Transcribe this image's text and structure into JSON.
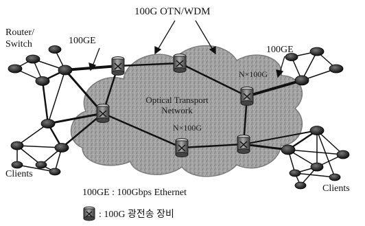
{
  "labels": {
    "top": "100G OTN/WDM",
    "router": [
      "Router/",
      "Switch"
    ],
    "ge_left": "100GE",
    "ge_right": "100GE",
    "clients_left": "Clients",
    "clients_right": "Clients",
    "cloud_line1": "Optical Transport",
    "cloud_line2": "Network",
    "n100g_center": "N×100G",
    "n100g_right": "N×100G"
  },
  "legend": {
    "ge_definition": "100GE : 100Gbps Ethernet",
    "device_definition": ": 100G 광전송 장비"
  },
  "icons": {
    "transport_device": "optical-transport-device-icon",
    "router": "router-icon"
  },
  "colors": {
    "cloud": "#9a9a9a",
    "device": "#6f6f6f",
    "router": "#1e1e1e",
    "link": "#111111"
  }
}
